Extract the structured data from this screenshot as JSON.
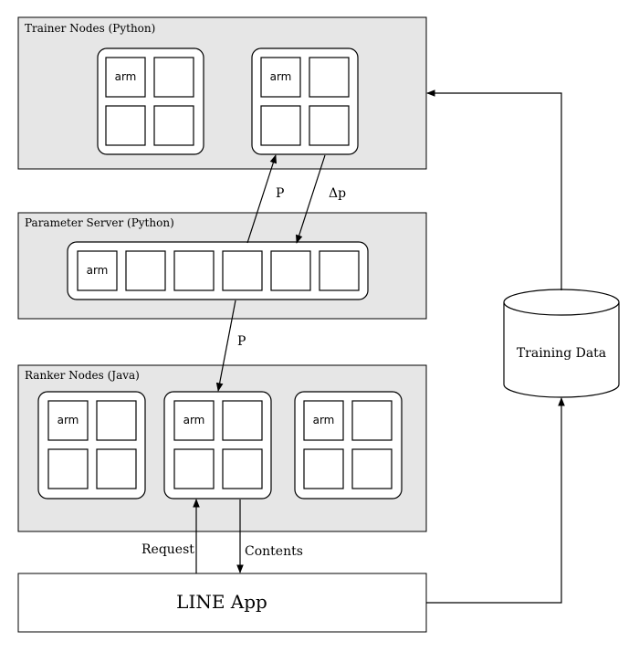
{
  "trainer": {
    "label": "Trainer Nodes (Python)"
  },
  "parameter_server": {
    "label": "Parameter Server (Python)"
  },
  "ranker": {
    "label": "Ranker Nodes (Java)"
  },
  "cell_label": "arm",
  "edges": {
    "trainer_to_ps_label": "P",
    "ps_to_trainer_label": "Δp",
    "ps_to_ranker_label": "P",
    "request_label": "Request",
    "contents_label": "Contents"
  },
  "app": {
    "label": "LINE App"
  },
  "storage": {
    "label": "Training Data"
  }
}
